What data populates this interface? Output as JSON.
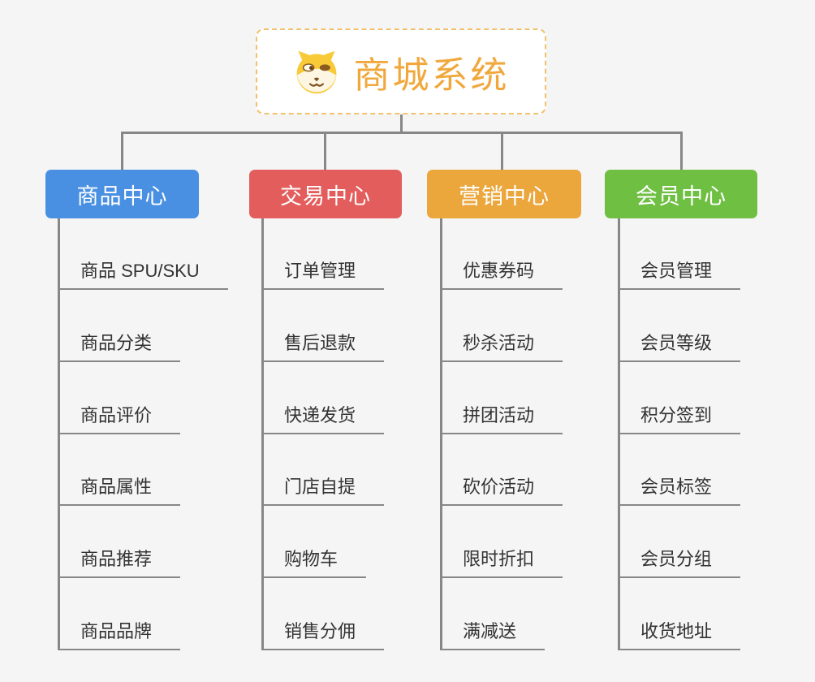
{
  "page": {
    "background_color": "#f5f5f6",
    "connector_color": "#878787"
  },
  "root": {
    "title": "商城系统",
    "icon": "doge-icon",
    "text_color": "#f0a83c",
    "border_color": "#f3c06e",
    "background_color": "#ffffff"
  },
  "branches": [
    {
      "label": "商品中心",
      "color": "#4a90e2",
      "items": [
        "商品 SPU/SKU",
        "商品分类",
        "商品评价",
        "商品属性",
        "商品推荐",
        "商品品牌"
      ]
    },
    {
      "label": "交易中心",
      "color": "#e45d5d",
      "items": [
        "订单管理",
        "售后退款",
        "快递发货",
        "门店自提",
        "购物车",
        "销售分佣"
      ]
    },
    {
      "label": "营销中心",
      "color": "#eba63c",
      "items": [
        "优惠券码",
        "秒杀活动",
        "拼团活动",
        "砍价活动",
        "限时折扣",
        "满减送"
      ]
    },
    {
      "label": "会员中心",
      "color": "#6fbf43",
      "items": [
        "会员管理",
        "会员等级",
        "积分签到",
        "会员标签",
        "会员分组",
        "收货地址"
      ]
    }
  ]
}
